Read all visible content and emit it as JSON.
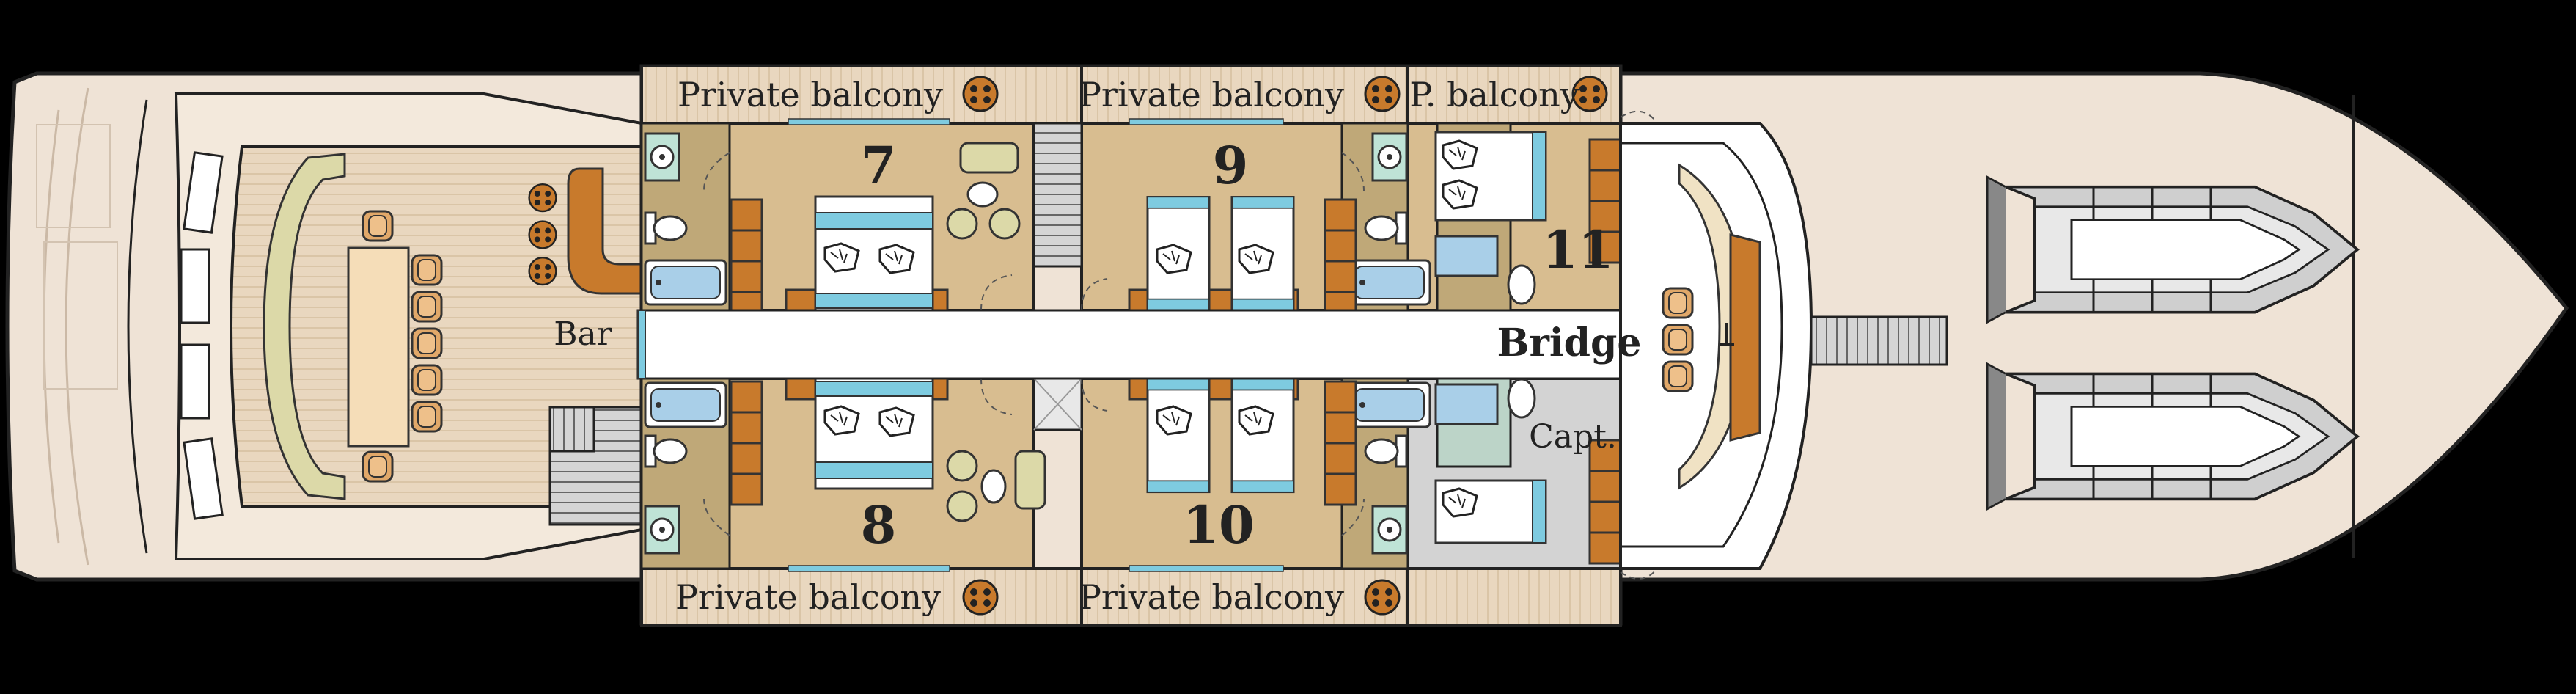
{
  "labels": {
    "balcony_top_1": "Private balcony",
    "balcony_top_2": "Private balcony",
    "balcony_top_3": "P. balcony",
    "balcony_bottom_1": "Private balcony",
    "balcony_bottom_2": "Private balcony",
    "bar": "Bar",
    "bridge": "Bridge",
    "captain": "Capt."
  },
  "cabins": {
    "c7": "7",
    "c8": "8",
    "c9": "9",
    "c10": "10",
    "c11": "11"
  },
  "colors": {
    "background": "#000000",
    "hull": "#efe3d6",
    "deck_wood": "#e6d2b8",
    "cabin_floor": "#d8bd90",
    "bath": "#bfa878",
    "water": "#a9cfe8",
    "wood_furniture": "#c87a2c",
    "corridor": "#ffffff",
    "bed_stripe": "#7ecbe0",
    "chair": "#dcd9a8",
    "sink_teal": "#bfe3d6",
    "gray": "#cfcfcf"
  }
}
